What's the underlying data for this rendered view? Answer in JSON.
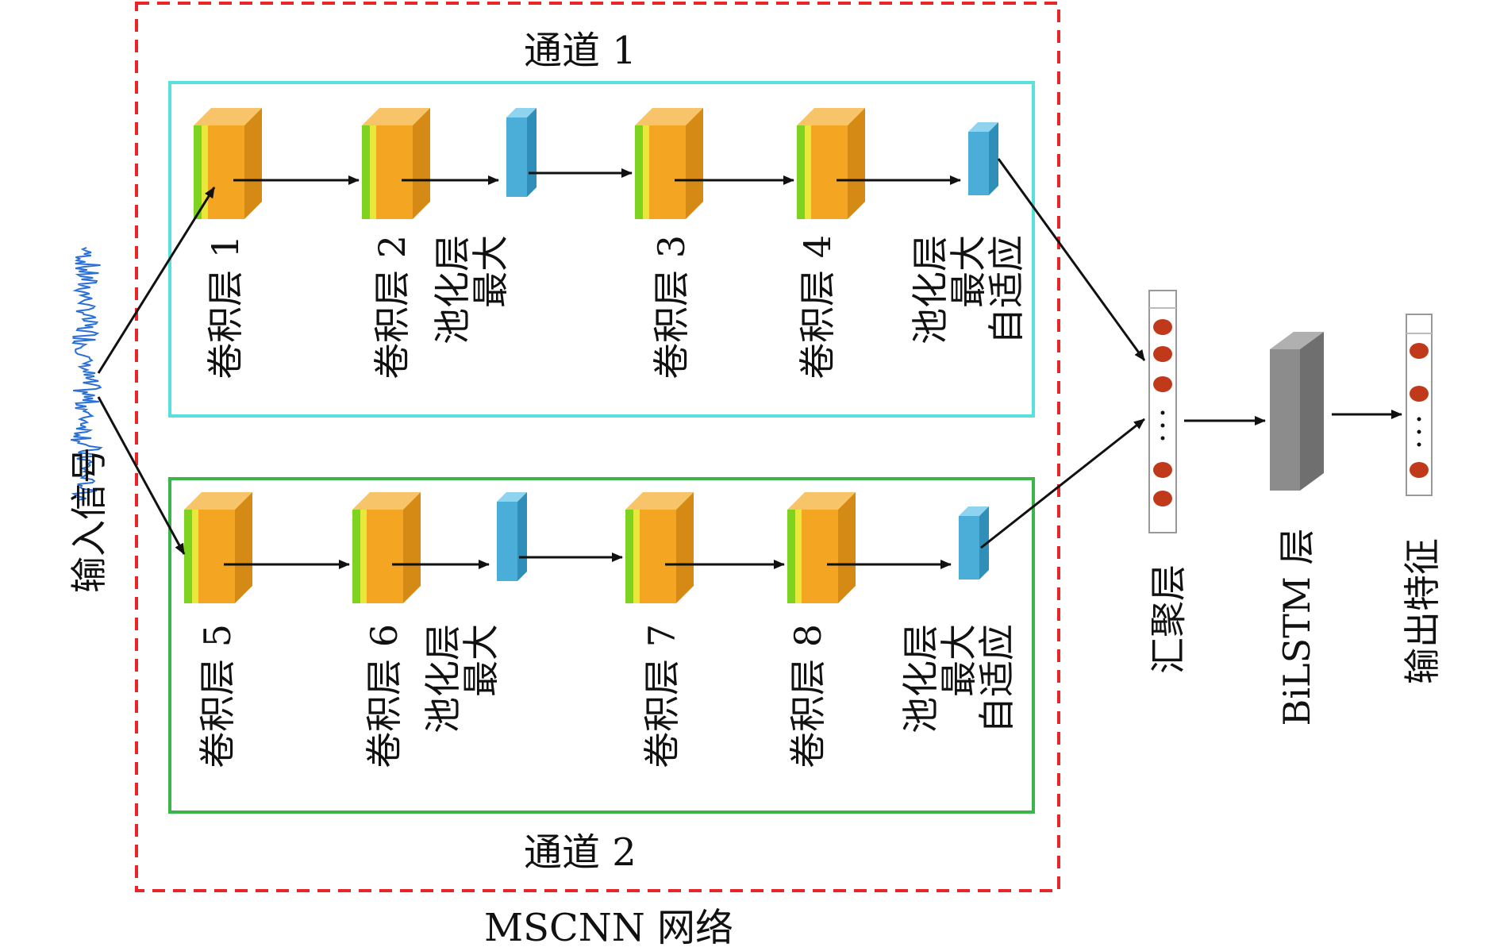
{
  "network_label": "MSCNN 网络",
  "channel1": {
    "title": "通道 1",
    "layers": [
      "卷积层 1",
      "卷积层 2",
      "最大\n池化层",
      "卷积层 3",
      "卷积层 4",
      "自适应\n最大\n池化层"
    ]
  },
  "channel2": {
    "title": "通道 2",
    "layers": [
      "卷积层 5",
      "卷积层 6",
      "最大\n池化层",
      "卷积层 7",
      "卷积层 8",
      "自适应\n最大\n池化层"
    ]
  },
  "input_label": "输入信号",
  "concat_label": "汇聚层",
  "bilstm_label": "BiLSTM 层",
  "output_label": "输出特征",
  "colors": {
    "dashed_border": "#e8262a",
    "channel1_border": "#58e0dc",
    "channel2_border": "#39b54a",
    "conv_orange": "#f4a623",
    "conv_yellow": "#e8e83a",
    "conv_green": "#7ed321",
    "pool_blue": "#4aaed8",
    "bilstm_gray": "#8c8c8c",
    "dot_red": "#c0391b",
    "signal_blue": "#2a6fd6"
  }
}
